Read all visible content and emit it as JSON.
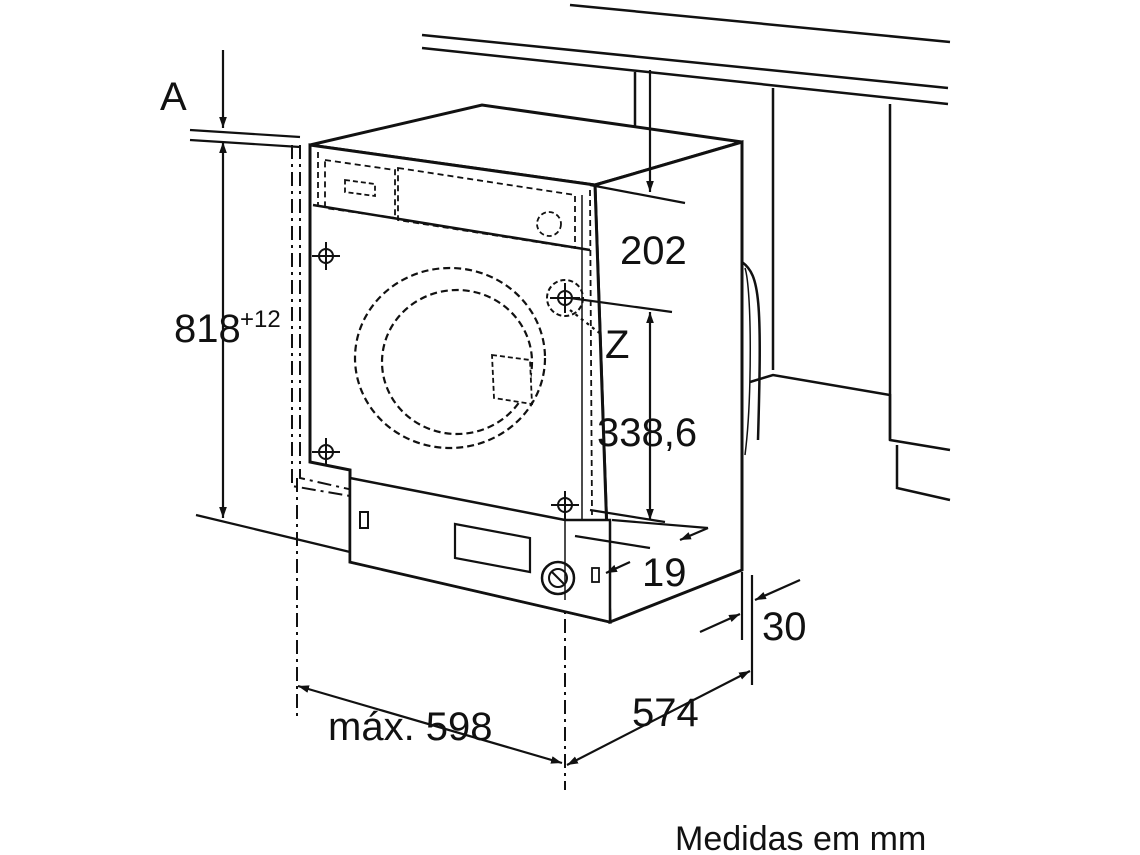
{
  "labels": {
    "a": "A",
    "height_main": "818",
    "height_sup": "+12",
    "dim_202": "202",
    "z": "Z",
    "dim_338": "338,6",
    "dim_19": "19",
    "dim_30": "30",
    "width": "máx. 598",
    "depth": "574",
    "caption": "Medidas em mm"
  },
  "colors": {
    "line": "#111111",
    "background": "#ffffff"
  },
  "icons": {
    "arrow": "arrowhead",
    "screw": "crosshair-circle"
  }
}
